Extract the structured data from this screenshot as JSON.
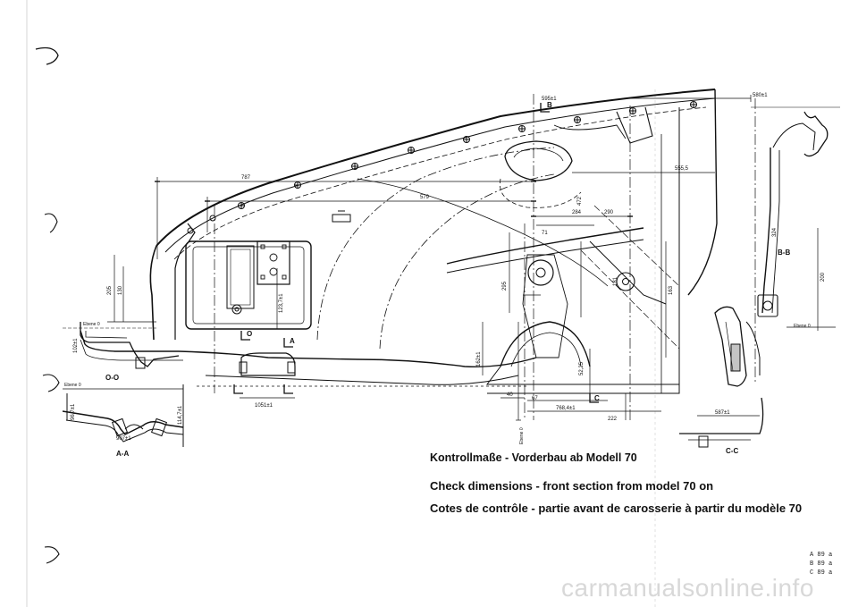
{
  "captions": {
    "de": "Kontrollmaße - Vorderbau ab Modell 70",
    "en": "Check dimensions - front section   from model 70 on",
    "fr": "Cotes de contrôle - partie avant de carosserie  à partir du modèle 70"
  },
  "page_refs": [
    "A 89 a",
    "B 89 a",
    "C 89 a"
  ],
  "watermark": "carmanualsonline.info",
  "section_labels": {
    "o_o": "O-O",
    "a_a": "A-A",
    "b_b": "B-B",
    "c_c": "C-C",
    "marker_o": "O",
    "marker_a": "A",
    "marker_b": "B",
    "marker_c": "C"
  },
  "plane_labels": {
    "plane_left": "Ebene 0",
    "plane_aa": "Ebene 0",
    "plane_right": "Ebene 0",
    "plane_center": "Ebene 0"
  },
  "dimensions": {
    "d787": "787",
    "d579": "579",
    "d555": "555,5",
    "d595": "595±1",
    "d580": "580±1",
    "d284": "284",
    "d290": "290",
    "d472": "472",
    "d205": "205",
    "d130": "130",
    "d123": "123,7±1",
    "d1051": "1051±1",
    "d102": "102±1",
    "d96": "96,7±1",
    "d114": "114,7±1",
    "d907": "907±1",
    "d162": "162±1",
    "d71": "71",
    "d295": "295",
    "d181": "181",
    "d163": "163",
    "d324": "324",
    "d200": "200",
    "d587": "587±1",
    "d222": "222",
    "d768": "768,4±1",
    "d67": "67",
    "d40": "40",
    "d5225": "52,25"
  }
}
